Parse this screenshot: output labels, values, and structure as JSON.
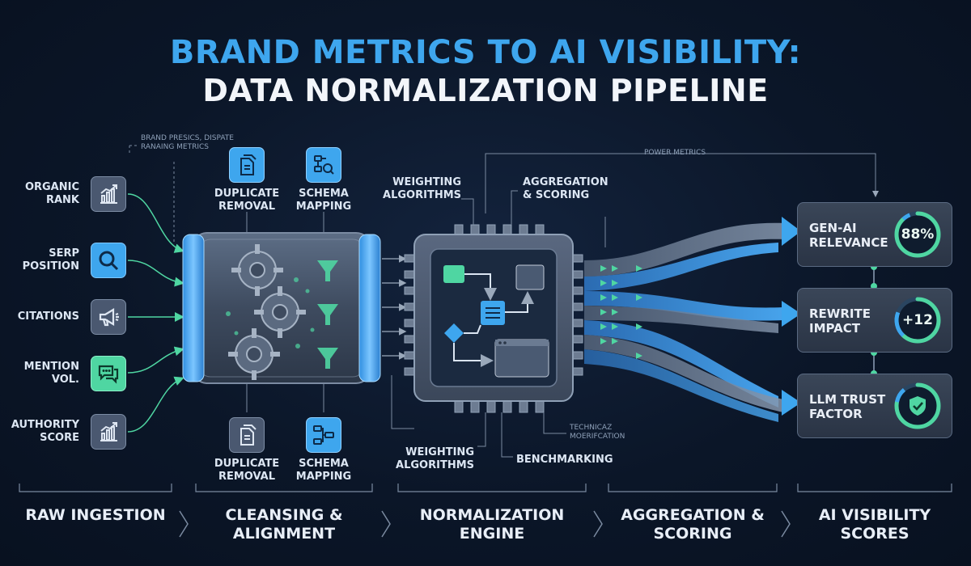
{
  "title": {
    "line1": "BRAND METRICS TO AI VISIBILITY:",
    "line2": "DATA NORMALIZATION PIPELINE"
  },
  "inputs": [
    {
      "label": "ORGANIC RANK",
      "icon": "bar-chart-up-icon"
    },
    {
      "label": "SERP POSITION",
      "icon": "magnifier-icon"
    },
    {
      "label": "CITATIONS",
      "icon": "megaphone-icon"
    },
    {
      "label": "MENTION VOL.",
      "icon": "chat-bubbles-icon"
    },
    {
      "label": "AUTHORITY SCORE",
      "icon": "bar-chart-up-icon"
    }
  ],
  "notes": {
    "brand": "BRAND PRESICS, DISPATE RANAING METRICS",
    "power": "POWER METRICS",
    "technical": "TECHNICAZ MOERIFCATION",
    "small": "— -\n— -/"
  },
  "cleansing": {
    "top": [
      {
        "label": "DUPLICATE REMOVAL",
        "icon": "documents-icon"
      },
      {
        "label": "SCHEMA MAPPING",
        "icon": "schema-search-icon"
      }
    ],
    "bottom": [
      {
        "label": "DUPLICATE REMOVAL",
        "icon": "documents-icon"
      },
      {
        "label": "SCHEMA MAPPING",
        "icon": "flowchart-icon"
      }
    ]
  },
  "engine": {
    "top_left": "WEIGHTING ALGORITHMS",
    "top_right": "AGGREGATION & SCORING",
    "bottom_left": "WEIGHTING ALGORITHMS",
    "bottom_right": "BENCHMARKING"
  },
  "scores": [
    {
      "label": "GEN-AI RELEVANCE",
      "value": "88%",
      "progress": 0.88
    },
    {
      "label": "REWRITE IMPACT",
      "value": "+12",
      "progress": 0.62
    },
    {
      "label": "LLM TRUST FACTOR",
      "value": "",
      "icon": "shield-check-icon",
      "progress": 0.78
    }
  ],
  "stages": [
    "RAW INGESTION",
    "CLEANSING & ALIGNMENT",
    "NORMALIZATION ENGINE",
    "AGGREGATION & SCORING",
    "AI VISIBILITY SCORES"
  ],
  "colors": {
    "accent_blue": "#3ea6ee",
    "accent_green": "#4fd6a2",
    "background": "#0b1628",
    "panel": "#323d4e"
  }
}
